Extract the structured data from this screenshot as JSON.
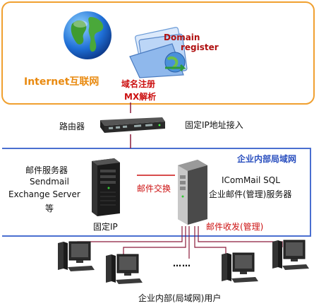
{
  "internet_zone": {
    "title": "Internet互联网",
    "domain_line1": "Domain",
    "domain_line2": "register",
    "dns_line1": "域名注册",
    "dns_line2": "MX解析",
    "border_color": "#f0a030"
  },
  "router": {
    "label": "路由器",
    "connection_label": "固定IP地址接入"
  },
  "lan_zone": {
    "title": "企业内部局域网",
    "border_color": "#4a6fd0",
    "mail_server_label": [
      "邮件服务器",
      "Sendmail",
      "Exchange Server",
      "等"
    ],
    "fixed_ip_label": "固定IP",
    "exchange_label": "邮件交换",
    "icommail_label": [
      "IComMail SQL",
      "企业邮件(管理)服务器"
    ],
    "mail_send_receive_label": "邮件收发(管理)",
    "ellipsis": "……",
    "users_label": "企业内部(局域网)用户"
  },
  "colors": {
    "accent_red": "#cc1111",
    "link_line": "#8b1a3a",
    "lan_title": "#2a4fbf"
  }
}
